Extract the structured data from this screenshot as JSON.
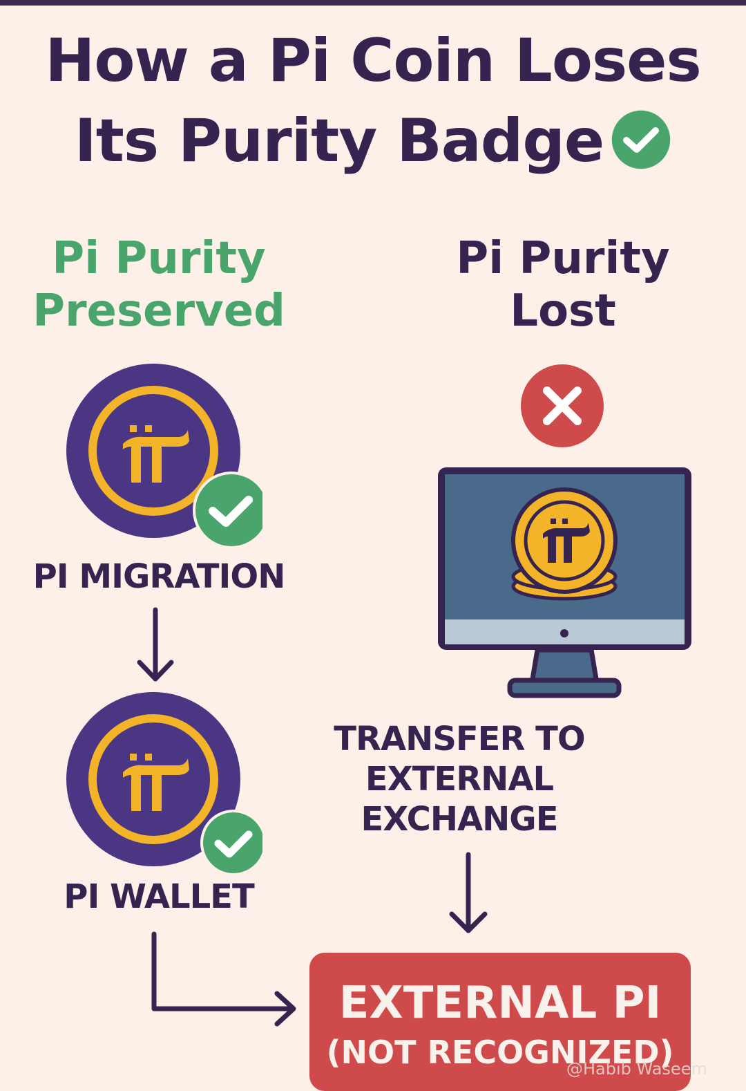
{
  "title": {
    "line1": "How a Pi Coin Loses",
    "line2": "Its Purity Badge"
  },
  "columns": {
    "left_heading": {
      "line1": "Pi Purity",
      "line2": "Preserved"
    },
    "right_heading": {
      "line1": "Pi Purity",
      "line2": "Lost"
    }
  },
  "steps": {
    "migration": "PI MIGRATION",
    "wallet": "PI WALLET",
    "transfer": {
      "line1": "TRANSFER TO",
      "line2": "EXTERNAL",
      "line3": "EXCHANGE"
    }
  },
  "result": {
    "title": "EXTERNAL PI",
    "subtitle": "(NOT RECOGNIZED)"
  },
  "watermark": "@Habib Waseem",
  "colors": {
    "background": "#fcf0e9",
    "text_dark": "#35244f",
    "green": "#4aa56d",
    "red": "#cf4a4b",
    "coin_gold": "#f4b42a",
    "coin_purple": "#4a3682",
    "monitor_blue": "#4a6a8c"
  },
  "icons": [
    "green-check-icon",
    "red-x-icon",
    "pi-coin-icon",
    "monitor-icon",
    "down-arrow-icon",
    "elbow-arrow-icon"
  ]
}
